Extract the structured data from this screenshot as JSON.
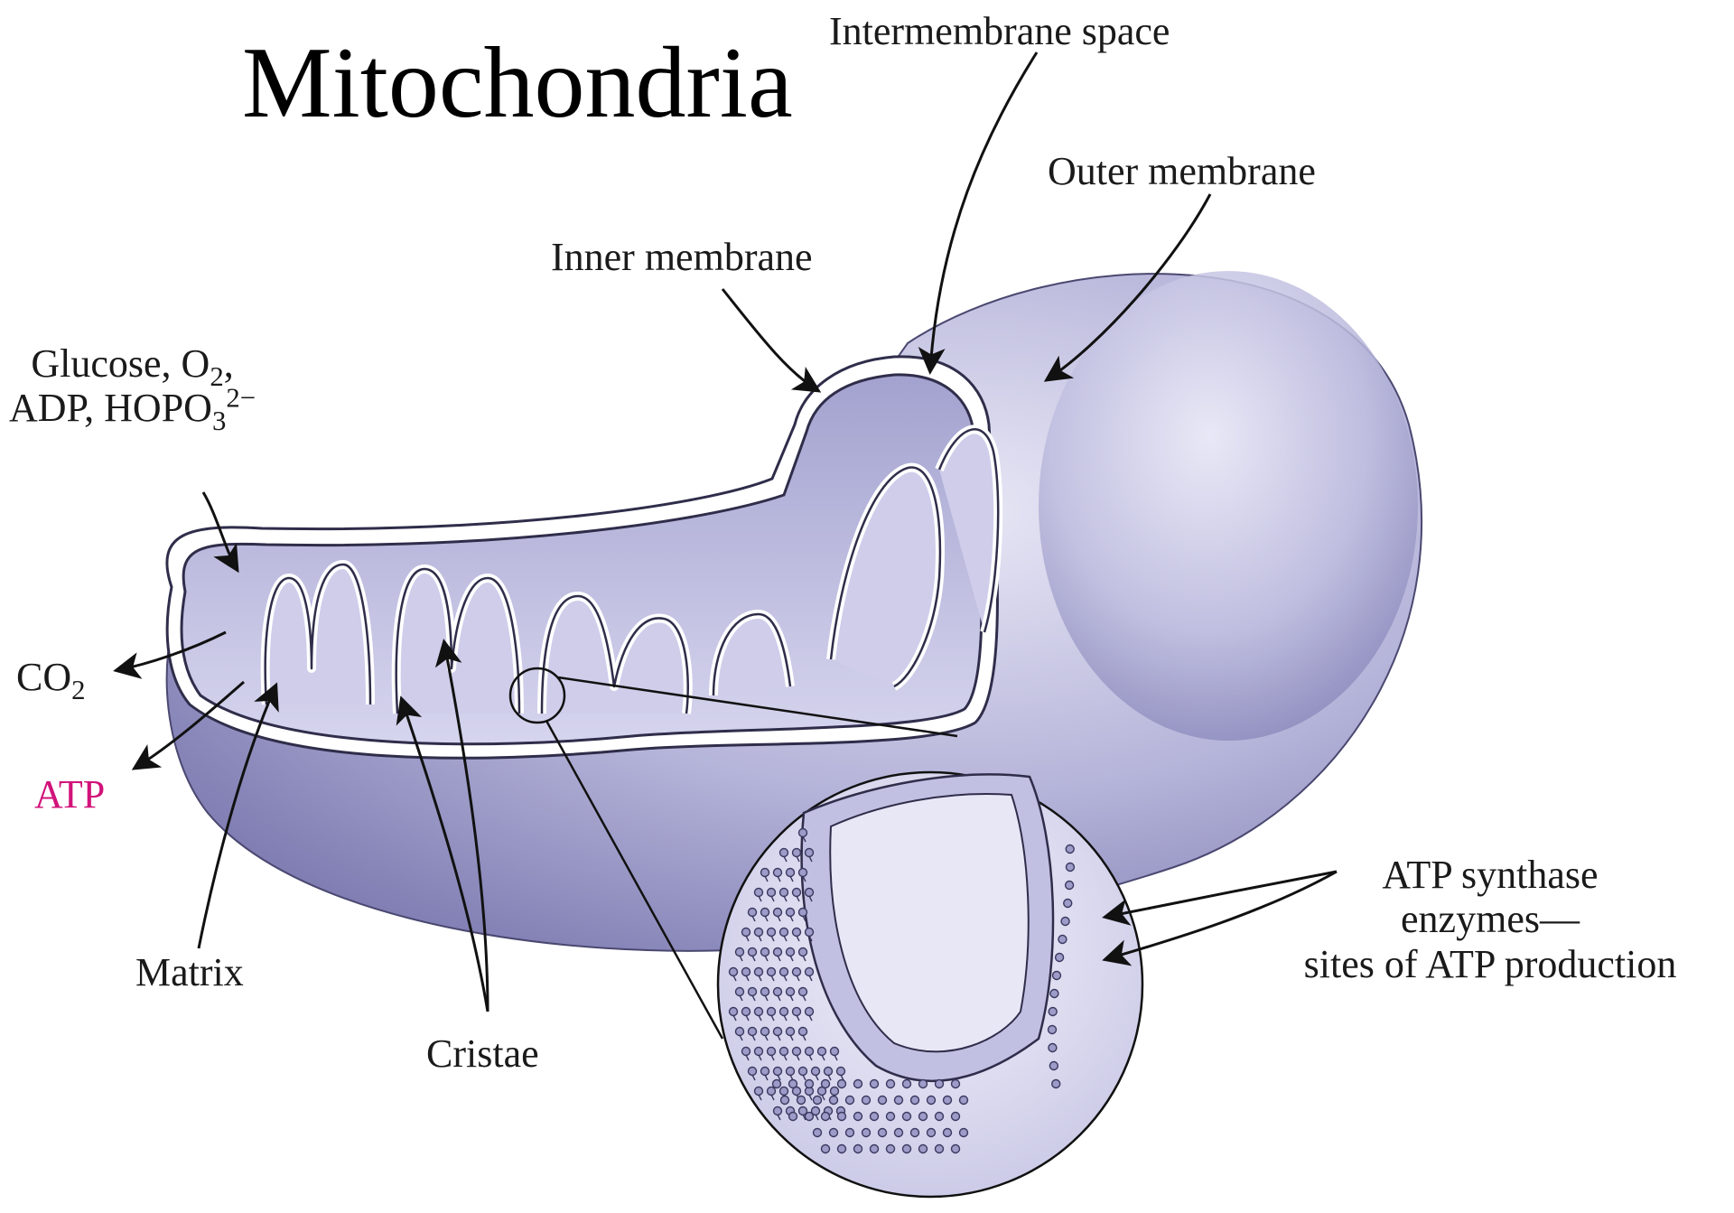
{
  "title": "Mitochondria",
  "labels": {
    "intermembrane_space": "Intermembrane space",
    "outer_membrane": "Outer membrane",
    "inner_membrane": "Inner membrane",
    "inputs": {
      "line1_prefix": "Glucose, O",
      "line1_sub": "2",
      "line1_suffix": ",",
      "line2_prefix": "ADP, HOPO",
      "line2_sub": "3",
      "line2_sup": "2−"
    },
    "co2": {
      "prefix": "CO",
      "sub": "2"
    },
    "atp": "ATP",
    "matrix": "Matrix",
    "cristae": "Cristae",
    "atp_synthase": {
      "line1": "ATP synthase",
      "line2": "enzymes—",
      "line3": "sites of ATP production"
    }
  },
  "colors": {
    "membrane_fill": "#b9b8dc",
    "membrane_light": "#e4e3f4",
    "membrane_dark": "#8382b6",
    "outline": "#2f2d4a",
    "atp_text": "#d1137a"
  }
}
